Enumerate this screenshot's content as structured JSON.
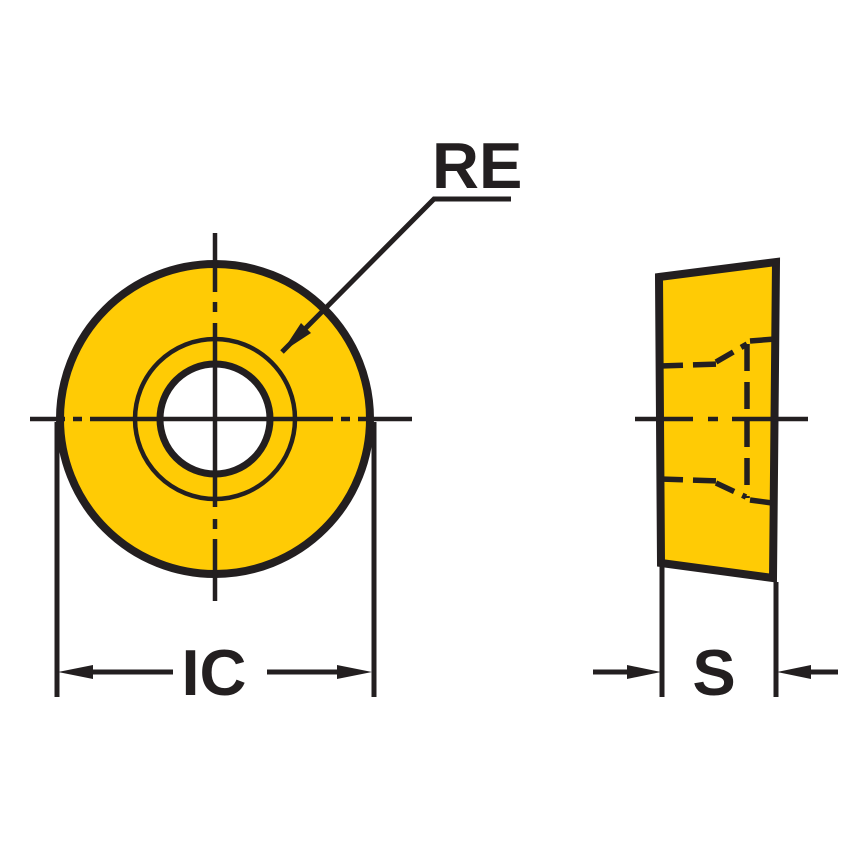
{
  "labels": {
    "corner_radius": "RE",
    "inscribed_circle": "IC",
    "thickness": "S"
  },
  "colors": {
    "insert_fill": "#ffcb05",
    "line": "#231f20",
    "hole_fill": "#ffffff",
    "background": "#ffffff"
  }
}
